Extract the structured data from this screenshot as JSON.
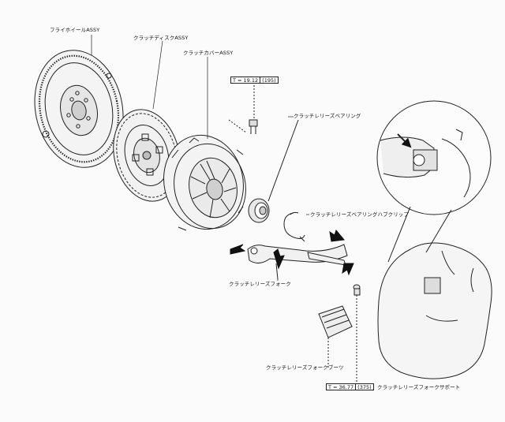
{
  "parts": {
    "flywheel": "フライホイールASSY",
    "clutch_disc": "クラッチディスクASSY",
    "clutch_cover": "クラッチカバーASSY",
    "release_bearing": "クラッチレリーズベアリング",
    "hub_clip": "クラッチレリーズベアリングハブクリップ",
    "release_fork": "クラッチレリーズフォーク",
    "fork_boot": "クラッチレリーズフォークブーツ",
    "fork_support": "クラッチレリーズフォークサポート"
  },
  "torques": {
    "cover_bolt": {
      "nm": "T = 19.12",
      "kgfcm": "(195)"
    },
    "fork_support": {
      "nm": "T = 36.77",
      "kgfcm": "(375)"
    }
  }
}
